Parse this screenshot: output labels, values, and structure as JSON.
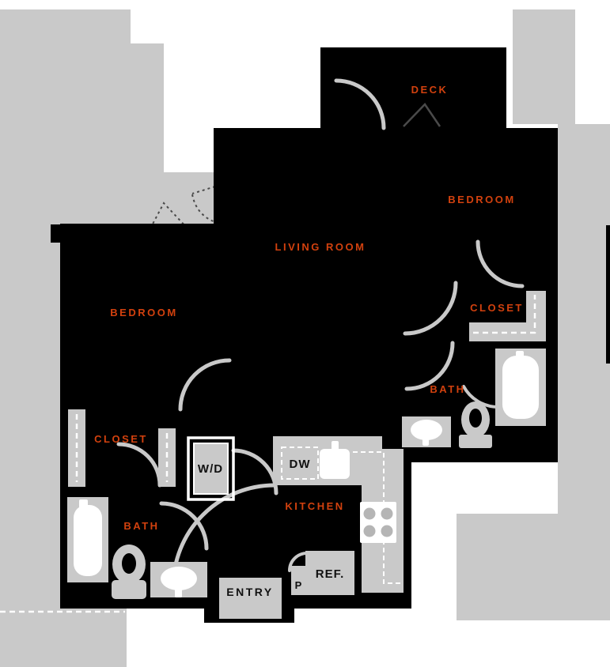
{
  "plan": {
    "rooms": {
      "deck": {
        "label": "DECK"
      },
      "living_room": {
        "label": "LIVING ROOM"
      },
      "bedroom_left": {
        "label": "BEDROOM"
      },
      "bedroom_right": {
        "label": "BEDROOM"
      },
      "closet_left": {
        "label": "CLOSET"
      },
      "closet_right": {
        "label": "CLOSET"
      },
      "bath_left": {
        "label": "BATH"
      },
      "bath_right": {
        "label": "BATH"
      },
      "kitchen": {
        "label": "KITCHEN"
      },
      "entry": {
        "label": "ENTRY"
      }
    },
    "appliances": {
      "washer_dryer": {
        "label": "W/D"
      },
      "dishwasher": {
        "label": "DW"
      },
      "refrigerator": {
        "label": "REF."
      },
      "pantry": {
        "label": "P"
      }
    },
    "colors": {
      "background": "#ffffff",
      "surround_gray": "#c9c9c9",
      "unit_fill": "#000000",
      "room_label": "#d2410e",
      "fixture_text": "#111111"
    }
  }
}
